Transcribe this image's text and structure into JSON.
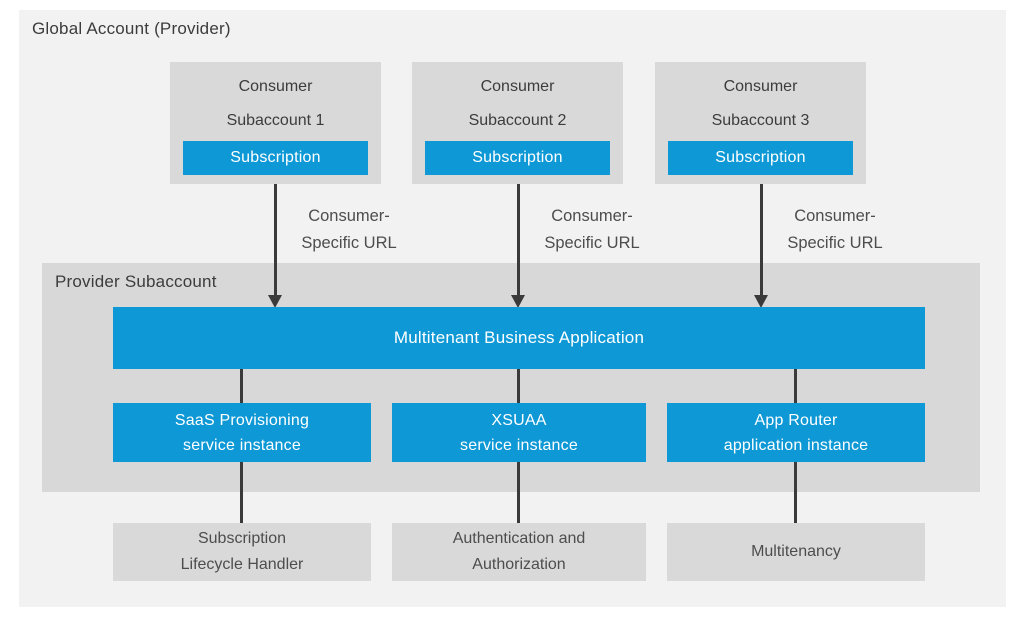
{
  "colors": {
    "blue": "#0e98d5",
    "outer_bg": "#f2f2f2",
    "provider_bg": "#d8d8d8",
    "box_gray": "#d9d9d9",
    "line": "#3a3a3a",
    "text_dark": "#3c3c3c",
    "text_gray": "#4d4d4d"
  },
  "global_account": {
    "title": "Global Account (Provider)"
  },
  "consumers": [
    {
      "name_line1": "Consumer",
      "name_line2": "Subaccount 1",
      "subscription_label": "Subscription",
      "url_label_line1": "Consumer-",
      "url_label_line2": "Specific URL"
    },
    {
      "name_line1": "Consumer",
      "name_line2": "Subaccount 2",
      "subscription_label": "Subscription",
      "url_label_line1": "Consumer-",
      "url_label_line2": "Specific URL"
    },
    {
      "name_line1": "Consumer",
      "name_line2": "Subaccount 3",
      "subscription_label": "Subscription",
      "url_label_line1": "Consumer-",
      "url_label_line2": "Specific URL"
    }
  ],
  "provider_subaccount": {
    "title": "Provider Subaccount",
    "application_bar": "Multitenant Business Application",
    "instances": [
      {
        "line1": "SaaS Provisioning",
        "line2": "service instance"
      },
      {
        "line1": "XSUAA",
        "line2": "service instance"
      },
      {
        "line1": "App Router",
        "line2": "application instance"
      }
    ]
  },
  "handlers": [
    {
      "line1": "Subscription",
      "line2": "Lifecycle Handler"
    },
    {
      "line1": "Authentication and",
      "line2": "Authorization"
    },
    {
      "line1": "Multitenancy",
      "line2": ""
    }
  ]
}
